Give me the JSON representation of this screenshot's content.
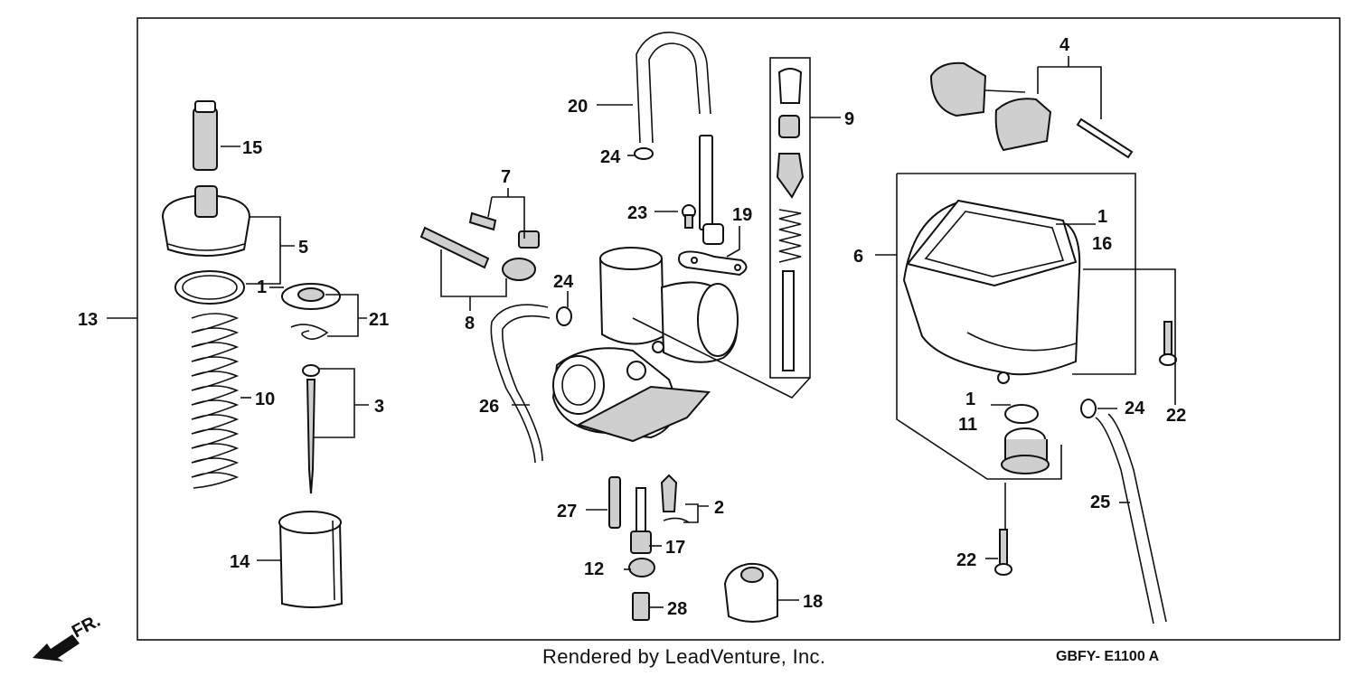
{
  "callouts": {
    "c1": "1",
    "c2": "2",
    "c3": "3",
    "c4": "4",
    "c5": "5",
    "c6": "6",
    "c7": "7",
    "c8": "8",
    "c9": "9",
    "c10": "10",
    "c11": "11",
    "c12": "12",
    "c13": "13",
    "c14": "14",
    "c15": "15",
    "c16": "16",
    "c17": "17",
    "c18": "18",
    "c19": "19",
    "c20": "20",
    "c21": "21",
    "c22": "22",
    "c23": "23",
    "c24": "24",
    "c25": "25",
    "c26": "26",
    "c27": "27",
    "c28": "28"
  },
  "direction_label": "FR.",
  "footer": {
    "credit": "Rendered by LeadVenture, Inc.",
    "diagram_code": "GBFY- E1100 A"
  }
}
